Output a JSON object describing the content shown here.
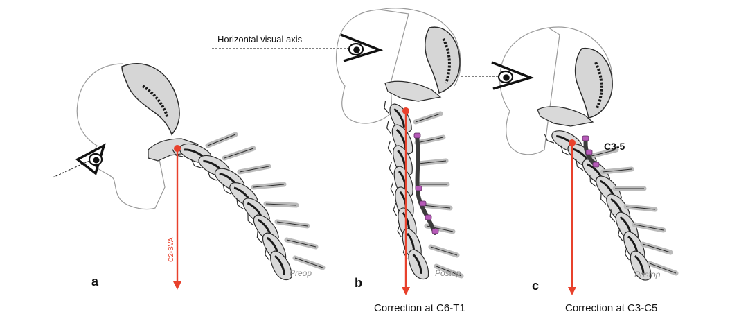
{
  "panels": [
    {
      "letter": "a",
      "stage": "Preop",
      "measure_label": "C2-SVA",
      "caption": ""
    },
    {
      "letter": "b",
      "stage": "Postop",
      "axis_label": "Horizontal visual axis",
      "caption": "Correction at C6-T1"
    },
    {
      "letter": "c",
      "stage": "Postop",
      "level_label": "C3-5",
      "caption": "Correction at C3-C5"
    }
  ],
  "colors": {
    "plumb_line": "#e8412c",
    "skull_outline": "#9a9a9a",
    "bone": "#cfcfcf",
    "bone_dark": "#3a3a3a",
    "rod": "#3c3c3c",
    "screw": "#b65ab8",
    "text": "#111111",
    "stage_text": "#8a8a8a"
  },
  "icons": [
    "eye-icon",
    "skull-icon",
    "spine-icon",
    "plumb-line-arrow-icon"
  ]
}
